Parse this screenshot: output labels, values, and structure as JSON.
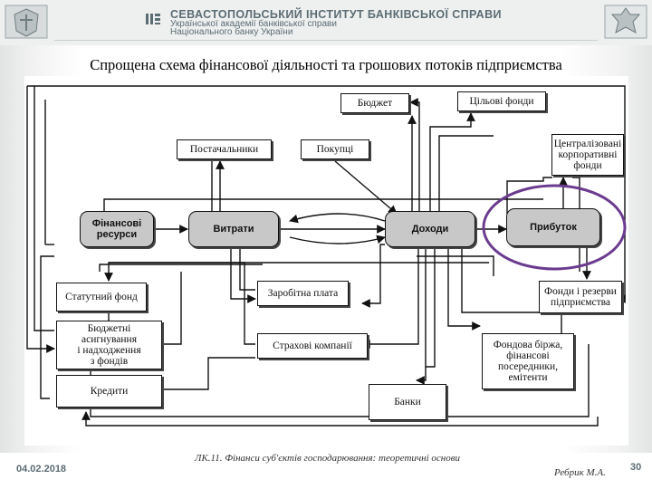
{
  "header": {
    "title": "СЕВАСТОПОЛЬСЬКИЙ ІНСТИТУТ БАНКІВСЬКОЇ СПРАВИ",
    "subtitle_line1": "Української академії банківської справи",
    "subtitle_line2": "Національного банку України"
  },
  "slide": {
    "title": "Спрощена схема фінансової діяльності та грошових потоків підприємства"
  },
  "boxes": {
    "budget": "Бюджет",
    "target_funds": "Цільові фонди",
    "suppliers": "Постачальники",
    "buyers": "Покупці",
    "centralized_funds": [
      "Централізовані",
      "корпоративні",
      "фонди"
    ],
    "financial_resources": [
      "Фінансові",
      "ресурси"
    ],
    "expenses": "Витрати",
    "income": "Доходи",
    "profit": "Прибуток",
    "authorized_fund": "Статутний фонд",
    "wages": "Заробітна плата",
    "enterprise_funds": [
      "Фонди і резерви",
      "підприємства"
    ],
    "budget_financing": [
      "Бюджетні",
      "асигнування",
      "і надходження",
      "з фондів"
    ],
    "insurance": "Страхові компанії",
    "stock_exchange": [
      "Фондова біржа,",
      "фінансові",
      "посередники,",
      "емітенти"
    ],
    "credits": "Кредити",
    "banks": "Банки"
  },
  "footer": {
    "date": "04.02.2018",
    "lecture": "ЛК.11. Фінанси суб'єктів господарювання: теоретичні основи",
    "author": "Ребрик М.А.",
    "page": "30"
  },
  "colors": {
    "highlight_circle": "#6b3b8f",
    "header_text": "#5b6c73"
  }
}
